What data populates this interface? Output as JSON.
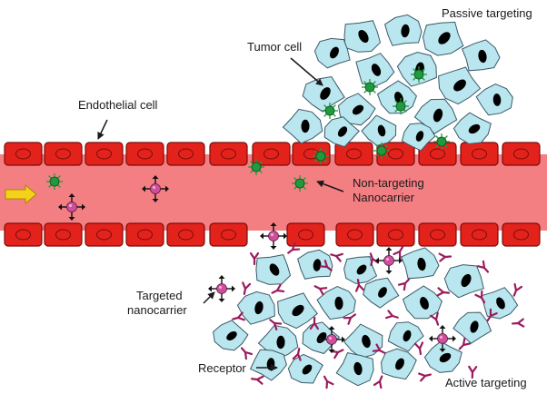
{
  "labels": {
    "passive_targeting": "Passive targeting",
    "tumor_cell": "Tumor cell",
    "endothelial_cell": "Endothelial cell",
    "non_targeting_line1": "Non-targeting",
    "non_targeting_line2": "Nanocarrier",
    "targeted_line1": "Targeted",
    "targeted_line2": "nanocarrier",
    "receptor": "Receptor",
    "active_targeting": "Active targeting"
  },
  "colors": {
    "vessel": "#f47f82",
    "endothelial_fill": "#e3221c",
    "endothelial_stroke": "#7a0d0b",
    "tumor_cell_fill": "#b9e6ef",
    "tumor_cell_stroke": "#3a5a66",
    "nucleus": "#000000",
    "nanocarrier_green": "#1f9a3c",
    "nanocarrier_pink": "#d04f9c",
    "receptor": "#9a1b5c",
    "flow_arrow": "#f5d21a"
  }
}
